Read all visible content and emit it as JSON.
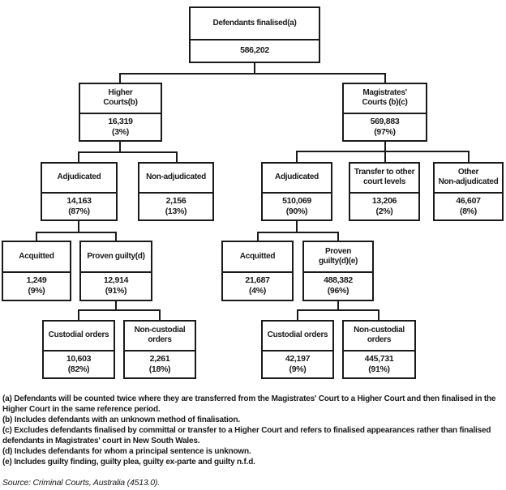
{
  "flowchart": {
    "nodes": {
      "root": {
        "label": "Defendants finalised(a)",
        "value": "586,202",
        "pct": ""
      },
      "higher_courts": {
        "label": "Higher\nCourts(b)",
        "value": "16,319",
        "pct": "(3%)"
      },
      "magistrates_courts": {
        "label": "Magistrates'\nCourts (b)(c)",
        "value": "569,883",
        "pct": "(97%)"
      },
      "higher_adjudicated": {
        "label": "Adjudicated",
        "value": "14,163",
        "pct": "(87%)"
      },
      "higher_non_adjudicated": {
        "label": "Non-adjudicated",
        "value": "2,156",
        "pct": "(13%)"
      },
      "mag_adjudicated": {
        "label": "Adjudicated",
        "value": "510,069",
        "pct": "(90%)"
      },
      "mag_transfer": {
        "label": "Transfer to other\ncourt levels",
        "value": "13,206",
        "pct": "(2%)"
      },
      "mag_other_non_adjudicated": {
        "label": "Other\nNon-adjudicated",
        "value": "46,607",
        "pct": "(8%)"
      },
      "higher_acquitted": {
        "label": "Acquitted",
        "value": "1,249",
        "pct": "(9%)"
      },
      "higher_proven_guilty": {
        "label": "Proven guilty(d)",
        "value": "12,914",
        "pct": "(91%)"
      },
      "mag_acquitted": {
        "label": "Acquitted",
        "value": "21,687",
        "pct": "(4%)"
      },
      "mag_proven_guilty": {
        "label": "Proven\nguilty(d)(e)",
        "value": "488,382",
        "pct": "(96%)"
      },
      "higher_custodial": {
        "label": "Custodial orders",
        "value": "10,603",
        "pct": "(82%)"
      },
      "higher_non_custodial": {
        "label": "Non-custodial\norders",
        "value": "2,261",
        "pct": "(18%)"
      },
      "mag_custodial": {
        "label": "Custodial orders",
        "value": "42,197",
        "pct": "(9%)"
      },
      "mag_non_custodial": {
        "label": "Non-custodial\norders",
        "value": "445,731",
        "pct": "(91%)"
      }
    },
    "footnotes": [
      "(a) Defendants will be counted twice where they are transferred from the Magistrates' Court to a Higher Court and then finalised in the Higher Court in the same reference period.",
      "(b) Includes defendants with an unknown method of finalisation.",
      "(c) Excludes defendants finalised by committal or transfer to a Higher Court and refers to finalised appearances rather than finalised defendants in Magistrates' court in New South Wales.",
      "(d) Includes defendants for whom a principal sentence is unknown.",
      "(e) Includes guilty finding, guilty plea, guilty ex-parte and guilty n.f.d."
    ],
    "source": "Source: Criminal Courts, Australia (4513.0)."
  }
}
